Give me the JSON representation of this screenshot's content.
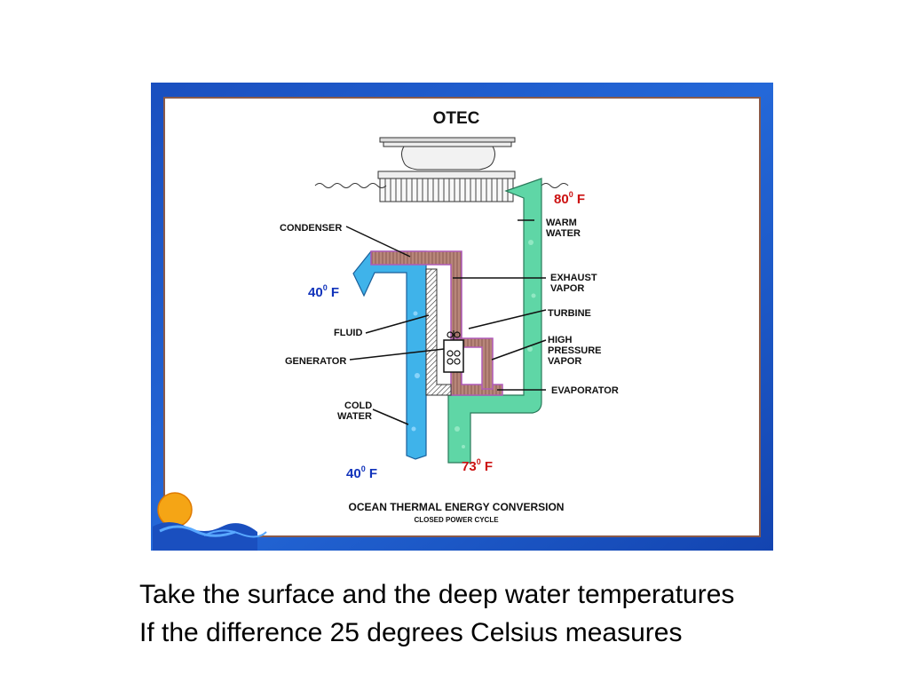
{
  "diagram": {
    "title": "OTEC",
    "labels": {
      "condenser": "CONDENSER",
      "warm_water_1": "WARM",
      "warm_water_2": "WATER",
      "exhaust_vapor_1": "EXHAUST",
      "exhaust_vapor_2": "VAPOR",
      "turbine": "TURBINE",
      "high_pressure_1": "HIGH",
      "high_pressure_2": "PRESSURE",
      "high_pressure_3": "VAPOR",
      "fluid": "FLUID",
      "generator": "GENERATOR",
      "evaporator": "EVAPORATOR",
      "cold_water_1": "COLD",
      "cold_water_2": "WATER"
    },
    "temperatures": {
      "warm_in": {
        "value": "80",
        "sup": "0",
        "unit": " F"
      },
      "cold_in": {
        "value": "40",
        "sup": "0",
        "unit": " F"
      },
      "cold_out": {
        "value": "40",
        "sup": "0",
        "unit": " F"
      },
      "warm_out": {
        "value": "73",
        "sup": "0",
        "unit": " F"
      }
    },
    "footer_title": "OCEAN THERMAL ENERGY  CONVERSION",
    "footer_subtitle": "CLOSED POWER CYCLE"
  },
  "caption": {
    "line1": "Take the surface and the deep water temperatures",
    "line2": "If the difference 25 degrees Celsius measures"
  },
  "colors": {
    "frame_blue": "#1e55c8",
    "warm_pipe": "#5fd6a6",
    "cold_pipe": "#3fb3ea",
    "condenser_pipe": "#b8867a",
    "accent_red": "#cc1111",
    "accent_blue": "#1133bb",
    "sun": "#f5a515"
  }
}
